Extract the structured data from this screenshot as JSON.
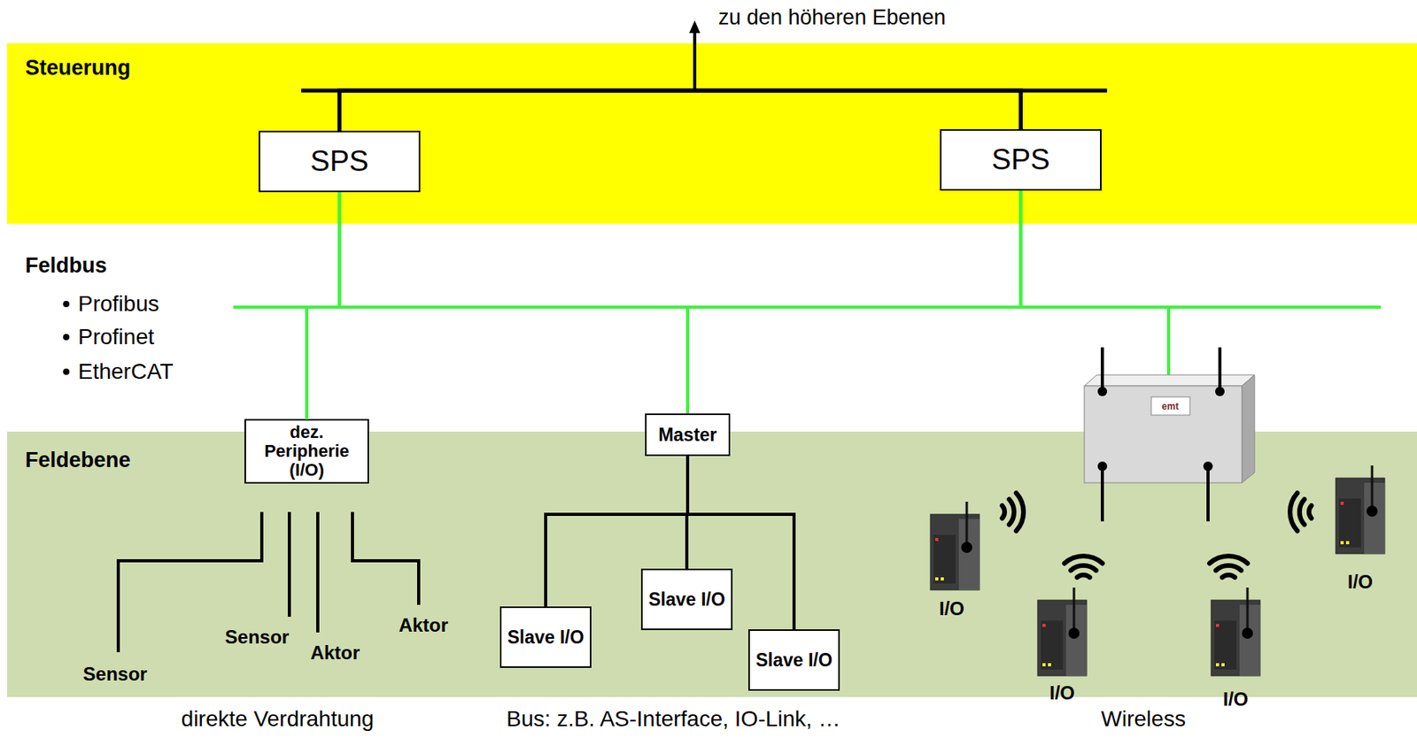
{
  "diagram": {
    "nodes": [
      {
        "text": [
          "Steuerung"
        ]
      },
      {
        "text": [
          "SPS"
        ],
        "in": 0
      },
      {
        "text": [
          "SPS"
        ],
        "in": 0
      },
      {
        "text": [
          "Feldebene"
        ]
      },
      {
        "text": [
          "dez. Peripherie (I/O)"
        ],
        "in": 3
      },
      {
        "text": [
          "Master"
        ],
        "in": 3
      },
      {
        "text": [
          "Slave I/O"
        ],
        "in": 3
      },
      {
        "text": [
          "Slave I/O"
        ],
        "in": 3
      },
      {
        "text": [
          "Slave I/O"
        ],
        "in": 3
      }
    ],
    "edges": [
      {
        "from": 1,
        "to": 2,
        "arrow": "none"
      },
      {
        "from": 1,
        "to": 4,
        "arrow": "none"
      },
      {
        "from": 1,
        "to": 5,
        "arrow": "none"
      },
      {
        "from": 2,
        "to": 4,
        "arrow": "none"
      },
      {
        "from": 2,
        "to": 5,
        "arrow": "none"
      },
      {
        "from": 5,
        "to": 6,
        "arrow": "none"
      },
      {
        "from": 5,
        "to": 7,
        "arrow": "none"
      },
      {
        "from": 5,
        "to": 8,
        "arrow": "none"
      }
    ],
    "labels": [
      "zu den höheren Ebenen",
      "Feldbus",
      "Profibus",
      "Profinet",
      "EtherCAT",
      "Sensor",
      "Sensor",
      "Aktor",
      "Aktor",
      "emt",
      "I/O",
      "I/O",
      "I/O",
      "I/O",
      "direkte Verdrahtung",
      "Bus: z.B. AS-Interface, IO-Link, …",
      "Wireless"
    ]
  }
}
